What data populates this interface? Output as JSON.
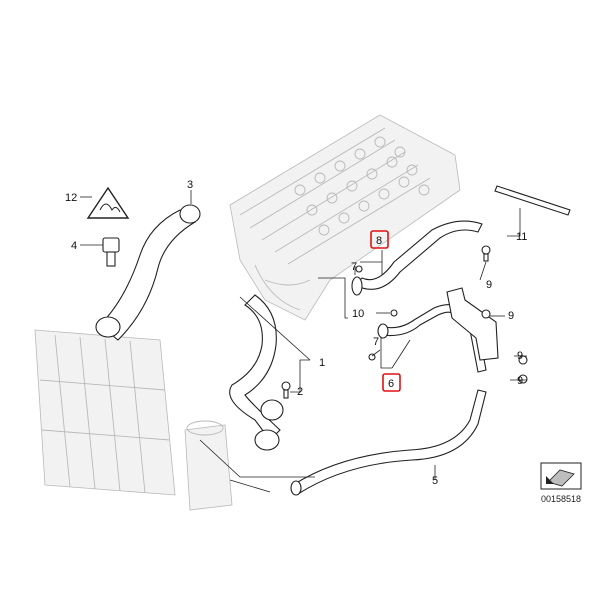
{
  "callouts": {
    "c1": "1",
    "c2": "2",
    "c3": "3",
    "c4": "4",
    "c5": "5",
    "c6": "6",
    "c7a": "7",
    "c7b": "7",
    "c8": "8",
    "c9a": "9",
    "c9b": "9",
    "c9c": "9",
    "c9d": "9",
    "c10": "10",
    "c11": "11",
    "c12": "12"
  },
  "highlighted": [
    "8",
    "6"
  ],
  "highlight_color": "#e11111",
  "reference_number": "00158518"
}
